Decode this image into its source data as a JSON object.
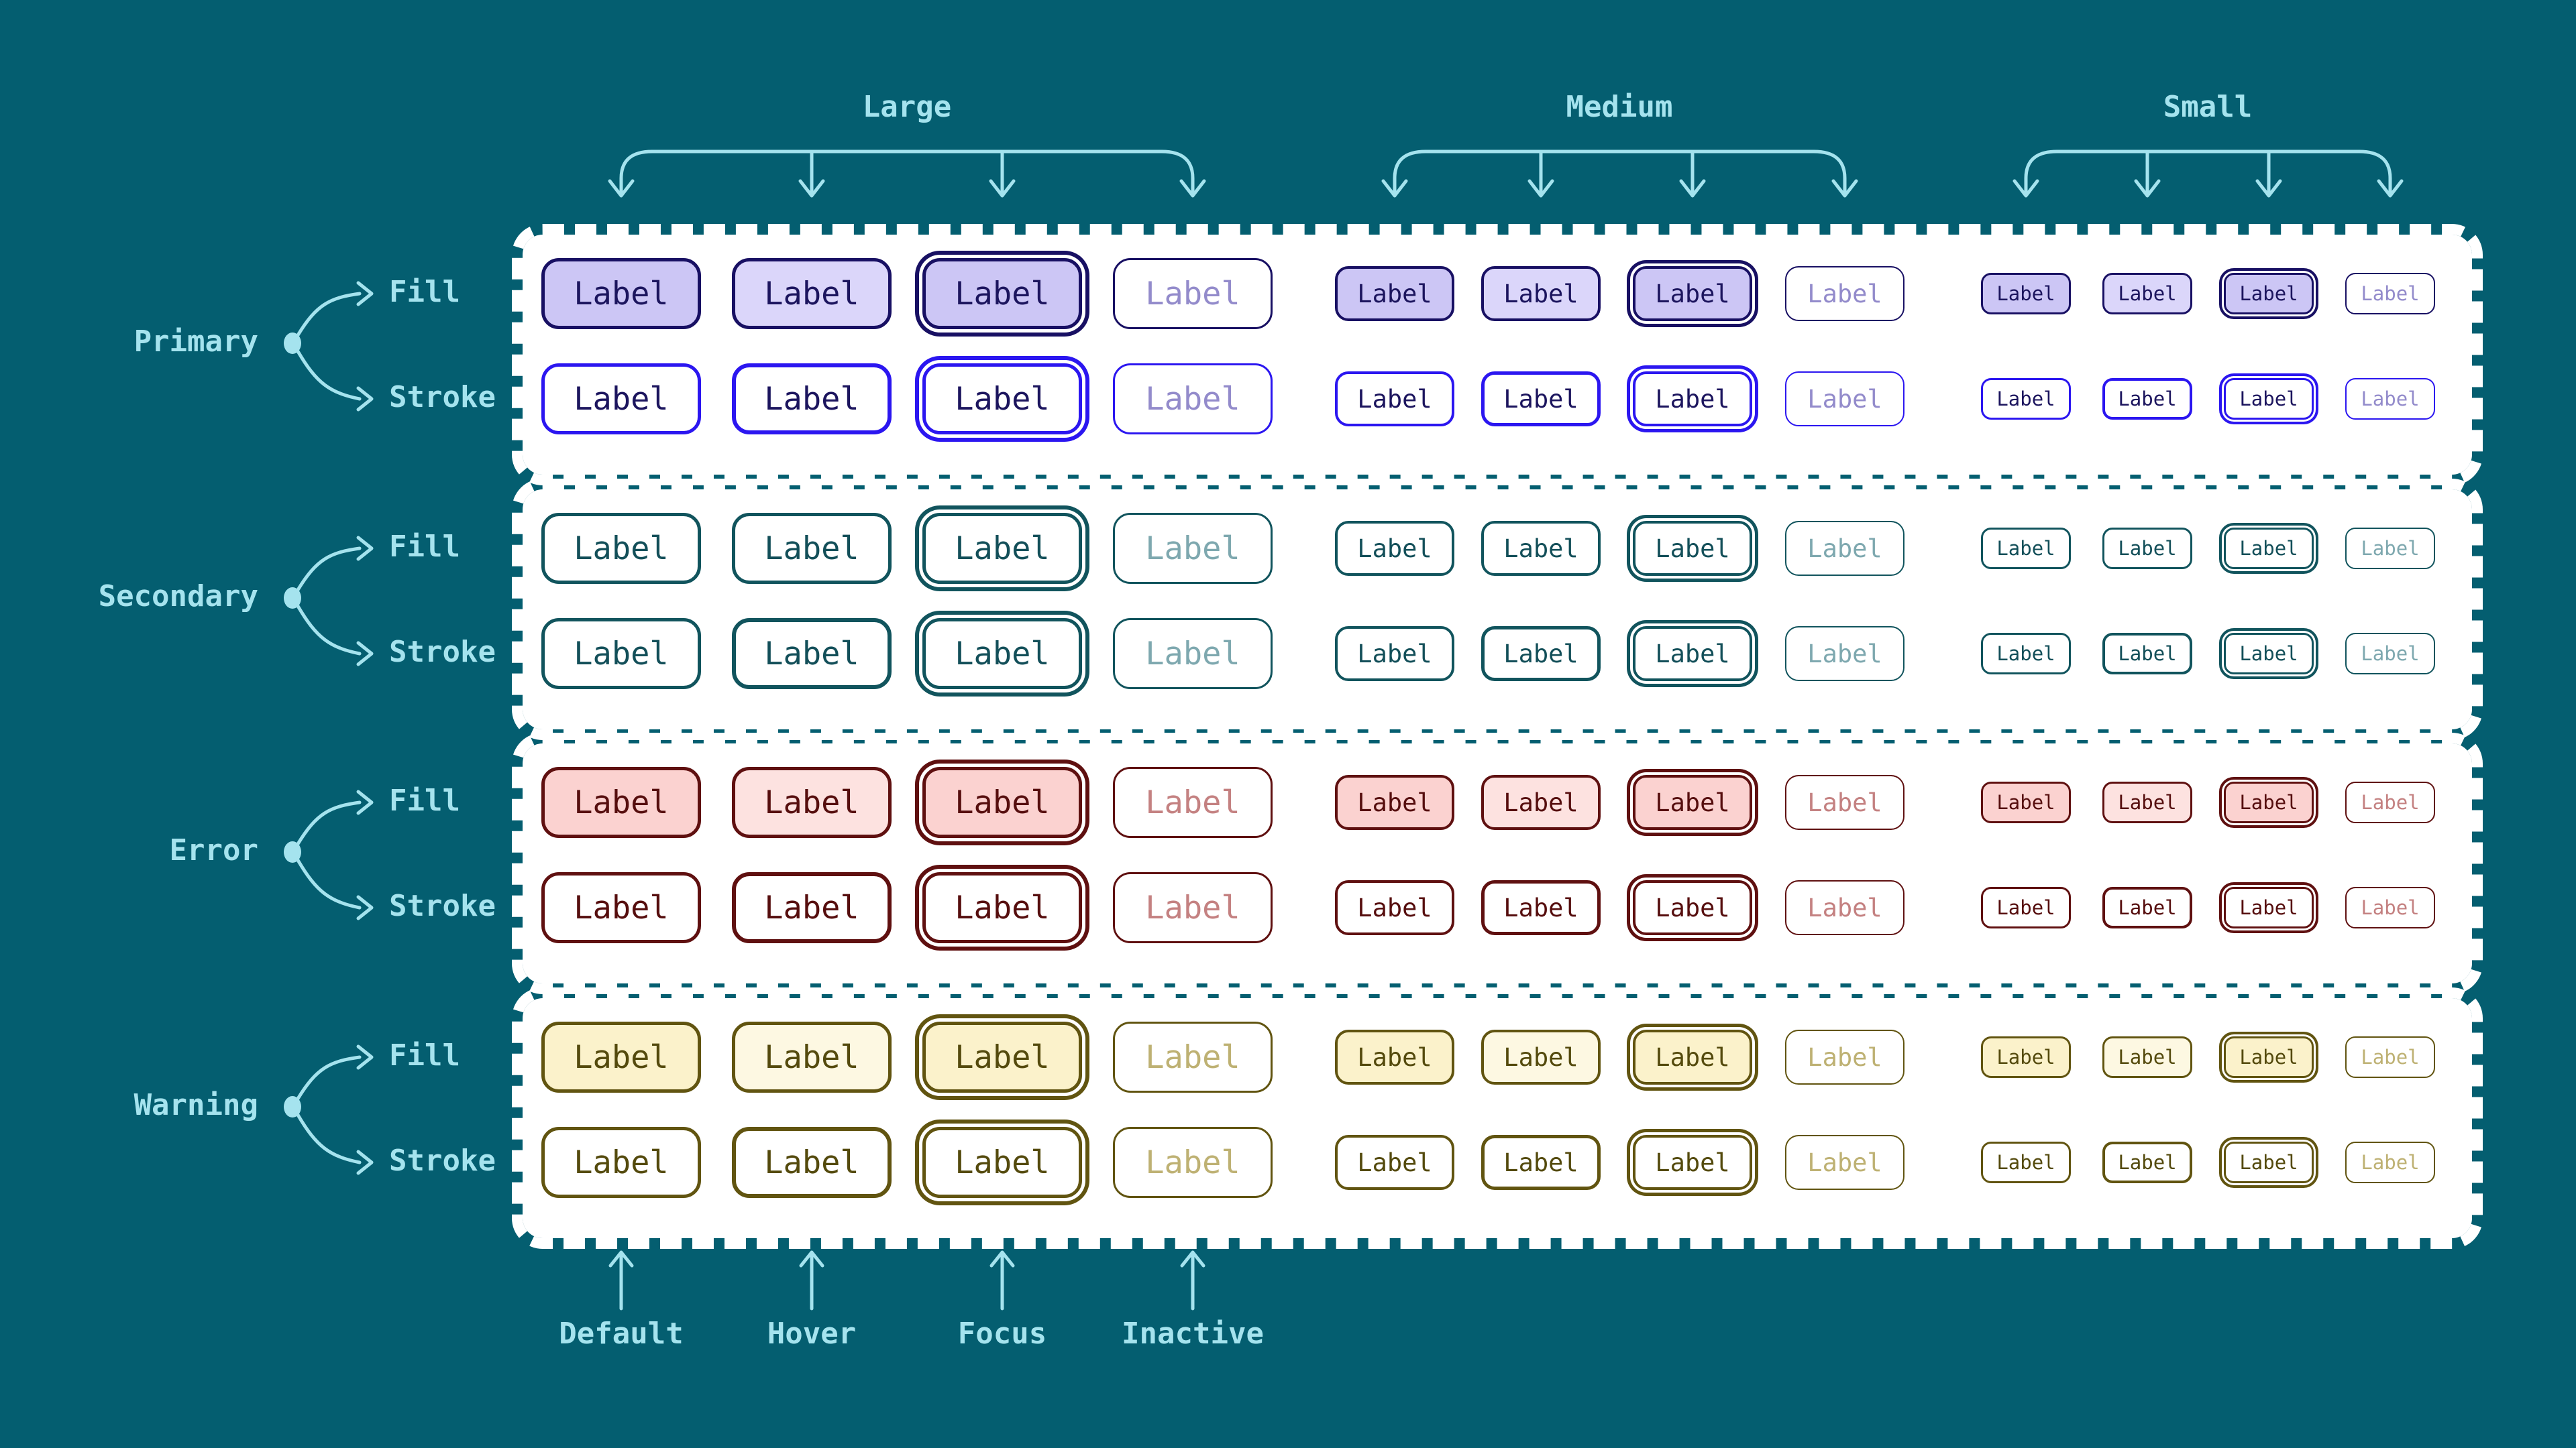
{
  "background_color": "#045e70",
  "annotation_color": "#a5e3ee",
  "panel_color": "#ffffff",
  "button_label": "Label",
  "size_groups": [
    {
      "id": "large",
      "label": "Large"
    },
    {
      "id": "medium",
      "label": "Medium"
    },
    {
      "id": "small",
      "label": "Small"
    }
  ],
  "states": [
    {
      "id": "default",
      "label": "Default"
    },
    {
      "id": "hover",
      "label": "Hover"
    },
    {
      "id": "focus",
      "label": "Focus"
    },
    {
      "id": "inactive",
      "label": "Inactive"
    }
  ],
  "style_labels": {
    "fill": "Fill",
    "stroke": "Stroke"
  },
  "variants": [
    {
      "id": "primary",
      "label": "Primary",
      "colors": {
        "fill_bg": "#ccc6f5",
        "fill_bg_hover": "#dbd6fa",
        "fill_border": "#181063",
        "text": "#1c155e",
        "stroke_border": "#2b16f0",
        "inactive_text": "#938bcb"
      }
    },
    {
      "id": "secondary",
      "label": "Secondary",
      "colors": {
        "fill_bg": "#ffffff",
        "fill_bg_hover": "#ffffff",
        "fill_border": "#11545d",
        "text": "#134f59",
        "stroke_border": "#11545d",
        "inactive_text": "#7ea8af"
      }
    },
    {
      "id": "error",
      "label": "Error",
      "colors": {
        "fill_bg": "#fbd2d0",
        "fill_bg_hover": "#fde2e0",
        "fill_border": "#5f1010",
        "text": "#560e0e",
        "stroke_border": "#5f1010",
        "inactive_text": "#c48181"
      }
    },
    {
      "id": "warning",
      "label": "Warning",
      "colors": {
        "fill_bg": "#fbf2cb",
        "fill_bg_hover": "#fdf8e2",
        "fill_border": "#615410",
        "text": "#544a0d",
        "stroke_border": "#615410",
        "inactive_text": "#beb173"
      }
    }
  ]
}
